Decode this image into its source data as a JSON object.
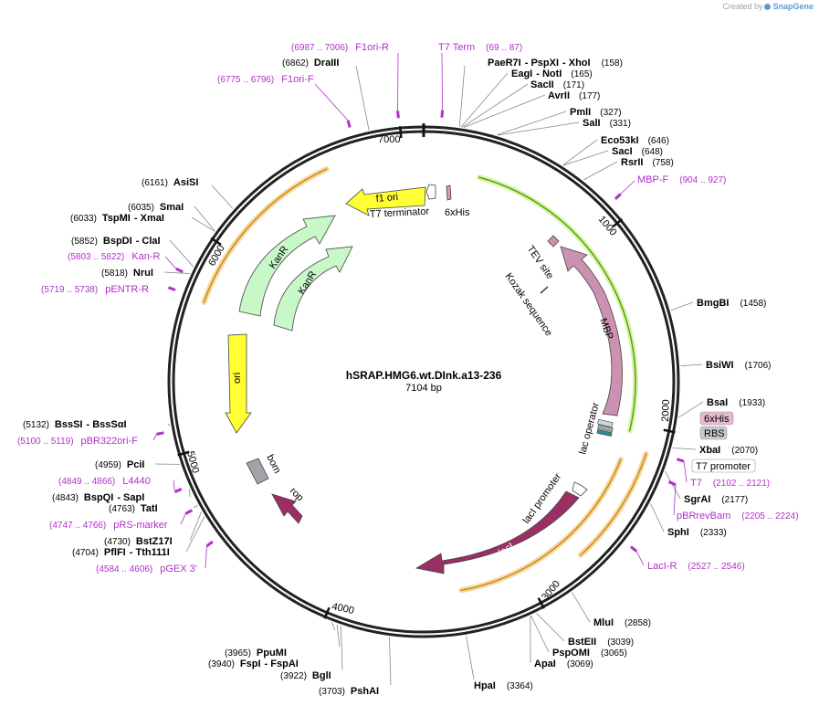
{
  "credit": {
    "prefix": "Created by",
    "brand": "SnapGene"
  },
  "plasmid": {
    "name": "hSRAP.HMG6.wt.DInk.a13-236",
    "length_label": "7104 bp",
    "length": 7104
  },
  "ticks": [
    "1000",
    "2000",
    "3000",
    "4000",
    "5000",
    "6000",
    "7000"
  ],
  "sites": [
    {
      "name": "PaeR7I",
      "pos": "(158)"
    },
    {
      "name": "PspXI",
      "pos": ""
    },
    {
      "name": "XhoI",
      "pos": ""
    },
    {
      "name": "EagI",
      "pos": "(165)"
    },
    {
      "name": "NotI",
      "pos": ""
    },
    {
      "name": "SacII",
      "pos": "(171)"
    },
    {
      "name": "AvrII",
      "pos": "(177)"
    },
    {
      "name": "PmlI",
      "pos": "(327)"
    },
    {
      "name": "SalI",
      "pos": "(331)"
    },
    {
      "name": "Eco53kI",
      "pos": "(646)"
    },
    {
      "name": "SacI",
      "pos": "(648)"
    },
    {
      "name": "RsrII",
      "pos": "(758)"
    },
    {
      "name": "BmgBI",
      "pos": "(1458)"
    },
    {
      "name": "BsiWI",
      "pos": "(1706)"
    },
    {
      "name": "BsaI",
      "pos": "(1933)"
    },
    {
      "name": "XbaI",
      "pos": "(2070)"
    },
    {
      "name": "SgrAI",
      "pos": "(2177)"
    },
    {
      "name": "SphI",
      "pos": "(2333)"
    },
    {
      "name": "MluI",
      "pos": "(2858)"
    },
    {
      "name": "BstEII",
      "pos": "(3039)"
    },
    {
      "name": "PspOMI",
      "pos": "(3065)"
    },
    {
      "name": "ApaI",
      "pos": "(3069)"
    },
    {
      "name": "HpaI",
      "pos": "(3364)"
    },
    {
      "name": "PshAI",
      "pos": "(3703)"
    },
    {
      "name": "BglI",
      "pos": "(3922)"
    },
    {
      "name": "PpuMI",
      "pos": "(3965)"
    },
    {
      "name": "FspI",
      "pos": "(3940)"
    },
    {
      "name": "FspAI",
      "pos": ""
    },
    {
      "name": "PflFI",
      "pos": "(4704)"
    },
    {
      "name": "Tth111I",
      "pos": ""
    },
    {
      "name": "BstZ17I",
      "pos": "(4730)"
    },
    {
      "name": "TatI",
      "pos": "(4763)"
    },
    {
      "name": "BspQI",
      "pos": "(4843)"
    },
    {
      "name": "SapI",
      "pos": ""
    },
    {
      "name": "PciI",
      "pos": "(4959)"
    },
    {
      "name": "BssSI",
      "pos": "(5132)"
    },
    {
      "name": "BssSαI",
      "pos": ""
    },
    {
      "name": "NruI",
      "pos": "(5818)"
    },
    {
      "name": "BspDI",
      "pos": "(5852)"
    },
    {
      "name": "ClaI",
      "pos": ""
    },
    {
      "name": "TspMI",
      "pos": "(6033)"
    },
    {
      "name": "XmaI",
      "pos": ""
    },
    {
      "name": "SmaI",
      "pos": "(6035)"
    },
    {
      "name": "AsiSI",
      "pos": "(6161)"
    },
    {
      "name": "DraIII",
      "pos": "(6862)"
    }
  ],
  "primers": [
    {
      "name": "F1ori-R",
      "range": "(6987 .. 7006)"
    },
    {
      "name": "T7 Term",
      "range": "(69 .. 87)"
    },
    {
      "name": "F1ori-F",
      "range": "(6775 .. 6796)"
    },
    {
      "name": "MBP-F",
      "range": "(904 .. 927)"
    },
    {
      "name": "T7",
      "range": "(2102 .. 2121)"
    },
    {
      "name": "pBRrevBam",
      "range": "(2205 .. 2224)"
    },
    {
      "name": "LacI-R",
      "range": "(2527 .. 2546)"
    },
    {
      "name": "pGEX 3'",
      "range": "(4584 .. 4606)"
    },
    {
      "name": "pRS-marker",
      "range": "(4747 .. 4766)"
    },
    {
      "name": "L4440",
      "range": "(4849 .. 4866)"
    },
    {
      "name": "pBR322ori-F",
      "range": "(5100 .. 5119)"
    },
    {
      "name": "pENTR-R",
      "range": "(5719 .. 5738)"
    },
    {
      "name": "Kan-R",
      "range": "(5803 .. 5822)"
    }
  ],
  "features": [
    {
      "name": "f1 ori"
    },
    {
      "name": "T7 terminator"
    },
    {
      "name": "6xHis"
    },
    {
      "name": "KanR"
    },
    {
      "name": "KanR"
    },
    {
      "name": "ori"
    },
    {
      "name": "bom"
    },
    {
      "name": "rop"
    },
    {
      "name": "lacI"
    },
    {
      "name": "lacI promoter"
    },
    {
      "name": "lac operator"
    },
    {
      "name": "MBP"
    },
    {
      "name": "TEV site"
    },
    {
      "name": "Kozak sequence"
    }
  ],
  "boxed_labels": [
    {
      "name": "6xHis"
    },
    {
      "name": "RBS"
    },
    {
      "name": "T7 promoter"
    }
  ],
  "colors": {
    "backbone": "#222222",
    "primer": "#b030c8",
    "orange_arrow": "#f0a830",
    "f1ori": "#ffff00",
    "kanr": "#c8f8c8",
    "mbp": "#cc90b0",
    "laci": "#9b2f63",
    "bom": "#a0a4a8"
  }
}
